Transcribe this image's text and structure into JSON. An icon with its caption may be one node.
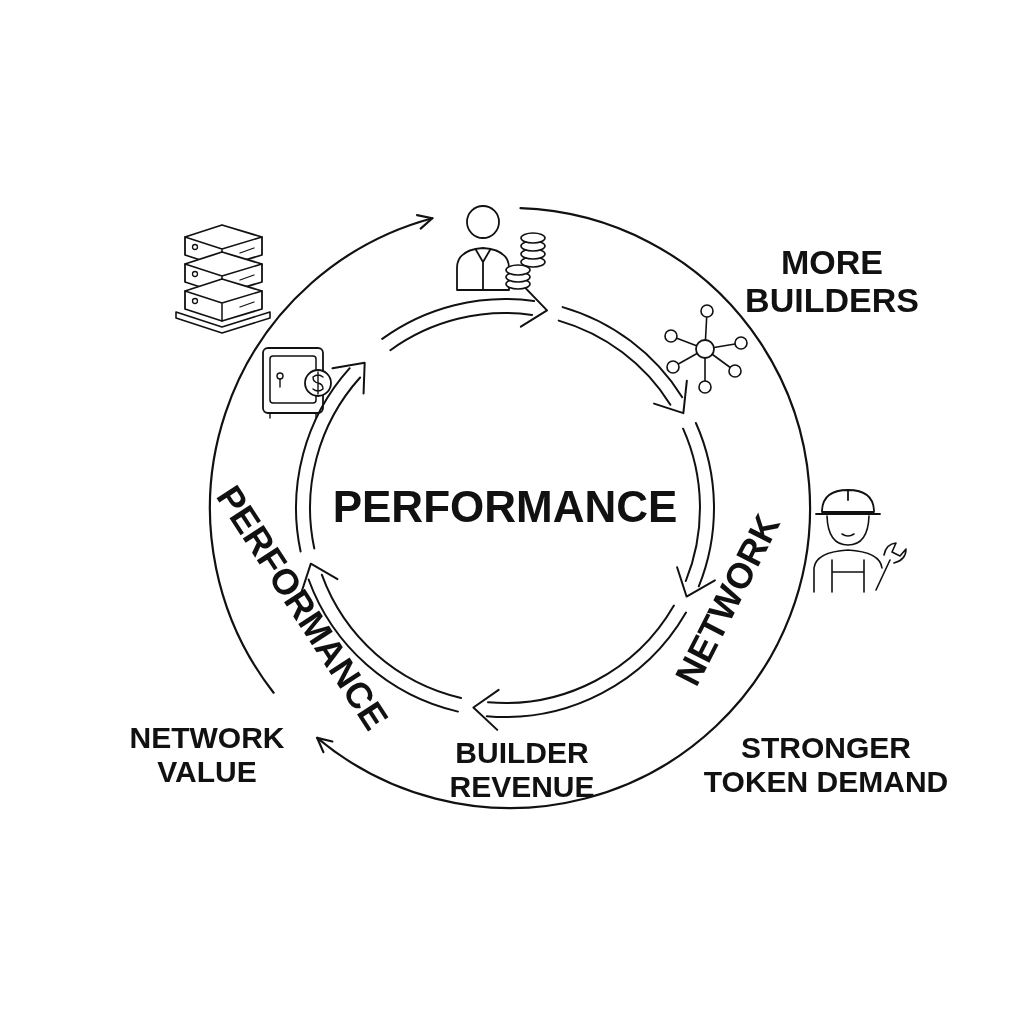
{
  "diagram": {
    "labels": [
      "MORE BUILDERS",
      "PERFORMANCE",
      "PERFORMANCE",
      "NETWORK",
      "NETWORK VALUE",
      "BUILDER REVENUE",
      "STRONGER TOKEN DEMAND"
    ]
  }
}
